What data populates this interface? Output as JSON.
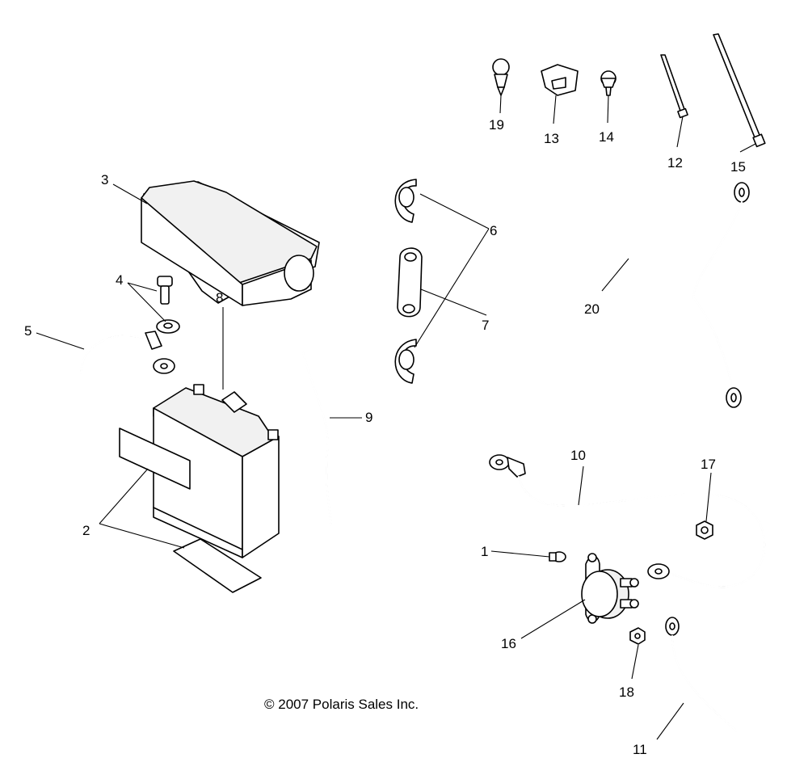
{
  "callouts": [
    {
      "id": "1",
      "label": "1"
    },
    {
      "id": "2",
      "label": "2"
    },
    {
      "id": "3",
      "label": "3"
    },
    {
      "id": "4",
      "label": "4"
    },
    {
      "id": "5",
      "label": "5"
    },
    {
      "id": "6",
      "label": "6"
    },
    {
      "id": "7",
      "label": "7"
    },
    {
      "id": "8",
      "label": "8"
    },
    {
      "id": "9",
      "label": "9"
    },
    {
      "id": "10",
      "label": "10"
    },
    {
      "id": "11",
      "label": "11"
    },
    {
      "id": "12",
      "label": "12"
    },
    {
      "id": "13",
      "label": "13"
    },
    {
      "id": "14",
      "label": "14"
    },
    {
      "id": "15",
      "label": "15"
    },
    {
      "id": "16",
      "label": "16"
    },
    {
      "id": "17",
      "label": "17"
    },
    {
      "id": "18",
      "label": "18"
    },
    {
      "id": "19",
      "label": "19"
    },
    {
      "id": "20",
      "label": "20"
    }
  ],
  "copyright": "© 2007 Polaris Sales Inc.",
  "colors": {
    "line": "#000000",
    "background": "#ffffff"
  }
}
